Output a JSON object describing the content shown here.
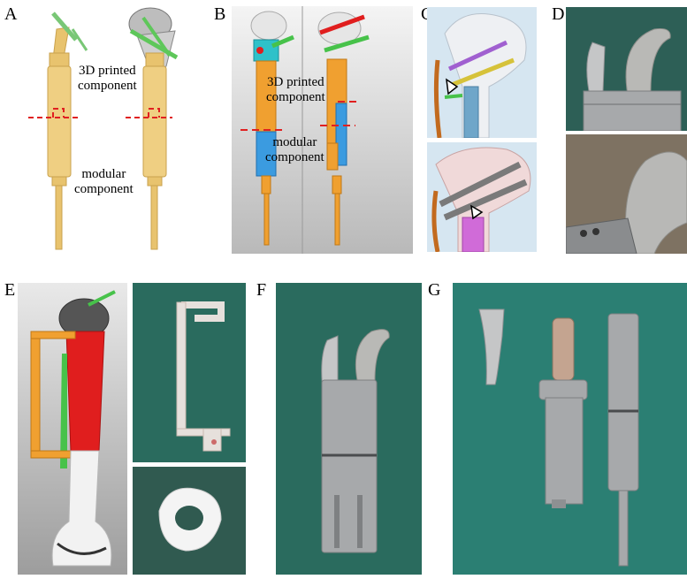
{
  "figure": {
    "panels": [
      {
        "letter": "A",
        "labels": [
          "3D printed",
          "component",
          "modular",
          "component"
        ]
      },
      {
        "letter": "B",
        "labels": [
          "3D printed",
          "component",
          "modular",
          "component"
        ]
      },
      {
        "letter": "C"
      },
      {
        "letter": "D"
      },
      {
        "letter": "E"
      },
      {
        "letter": "F"
      },
      {
        "letter": "G"
      }
    ]
  },
  "colors": {
    "implant_gold": "#e8c36e",
    "implant_orange": "#f0a030",
    "modular_blue": "#3b9be0",
    "screw_green": "#47c24a",
    "bone_white": "#e9e9e9",
    "tumor_red": "#e01e1e",
    "cut_line_red": "#e02020",
    "surgical_green": "#2a6b5e",
    "metal_grey": "#a7a9ab"
  }
}
